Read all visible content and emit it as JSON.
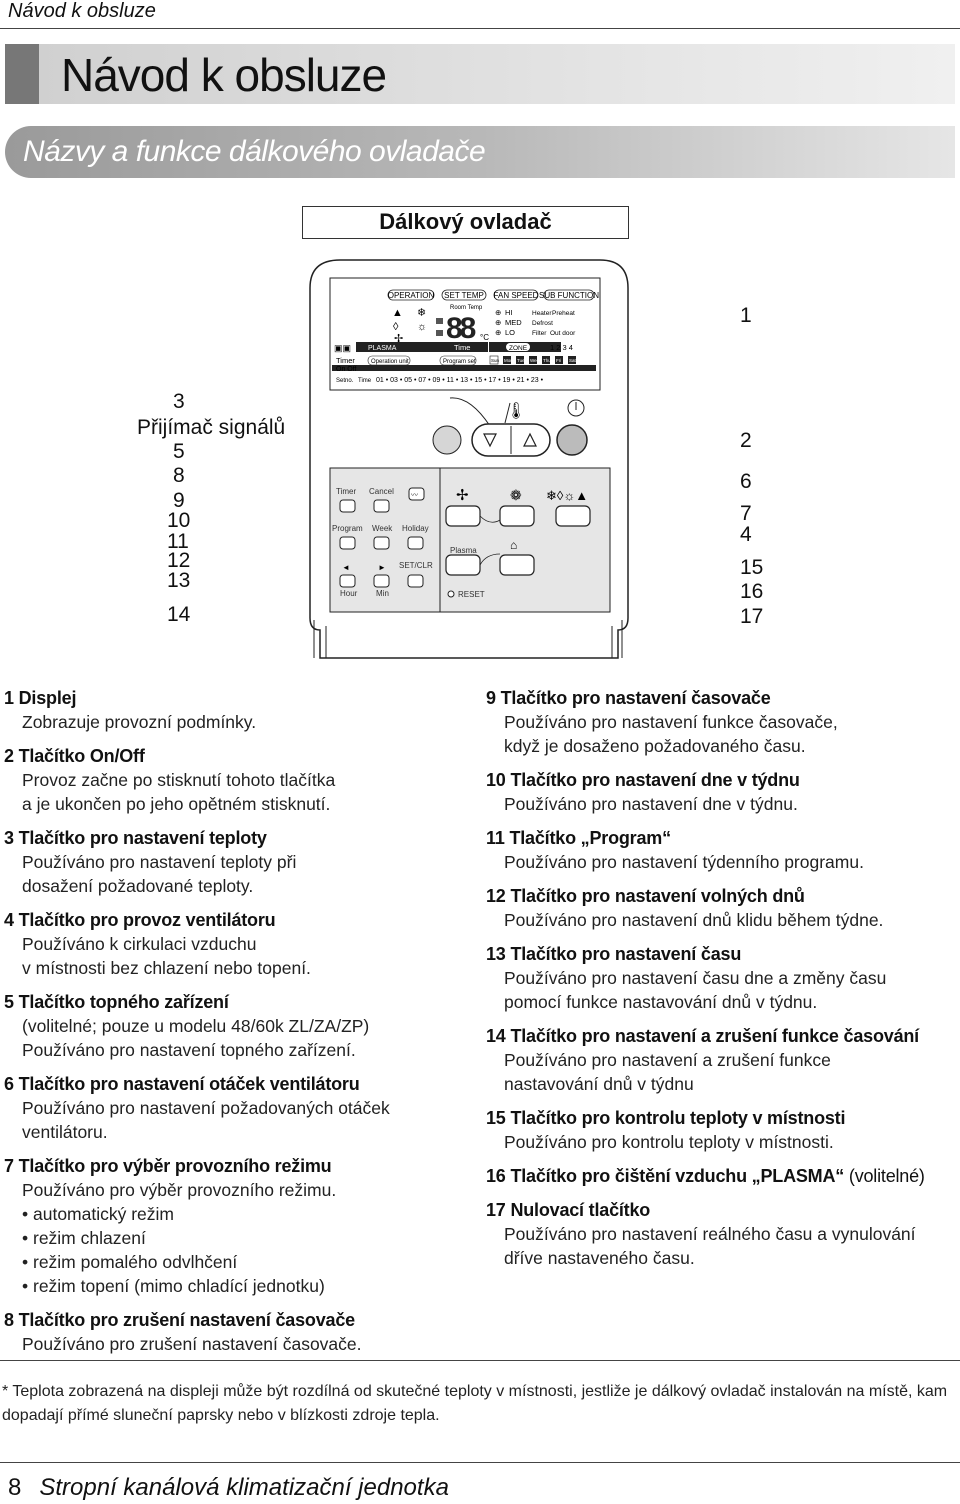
{
  "header": {
    "running_title": "Návod k obsluze"
  },
  "title": "Návod k obsluze",
  "subtitle": "Názvy a funkce dálkového ovladače",
  "diagram_title": "Dálkový ovladač",
  "lcd": {
    "tabs": [
      "OPERATION",
      "SET TEMP",
      "FAN SPEED",
      "SUB FUNCTION"
    ],
    "room_temp": "Room Temp",
    "digits": "88",
    "unit": "°C",
    "fan_levels": [
      "HI",
      "MED",
      "LO"
    ],
    "sub_functions": [
      "Heater",
      "Preheat",
      "Defrost",
      "Filter",
      "Out door"
    ],
    "plasma": "PLASMA",
    "time": "Time",
    "zone": "ZONE",
    "zone_numbers": "1 2 3 4",
    "timer": "Timer",
    "on_off": "On  Off",
    "operation_unit": "Operation unit",
    "program_set": "Program set",
    "days": [
      "Sun",
      "Mon",
      "Tue",
      "Wed",
      "Thu",
      "Fri",
      "Sat"
    ],
    "setno": "Setno.",
    "time_small": "Time",
    "hours": "01 • 03 • 05 • 07 • 09 • 11 • 13 • 15 • 17 • 19 • 21 • 23 •"
  },
  "panel": {
    "timer": "Timer",
    "cancel": "Cancel",
    "program": "Program",
    "week": "Week",
    "holiday": "Holiday",
    "setclr": "SET/CLR",
    "hour": "Hour",
    "min": "Min",
    "plasma": "Plasma",
    "reset": "RESET"
  },
  "callouts": {
    "left": [
      "3",
      "Přijímač signálů",
      "5",
      "8",
      "9",
      "10",
      "11",
      "12",
      "13",
      "14"
    ],
    "right": [
      "1",
      "2",
      "6",
      "7",
      "4",
      "15",
      "16",
      "17"
    ]
  },
  "items_left": [
    {
      "num": "1",
      "title": "Displej",
      "lines": [
        "Zobrazuje provozní podmínky."
      ]
    },
    {
      "num": "2",
      "title": "Tlačítko On/Off",
      "lines": [
        "Provoz začne po stisknutí tohoto tlačítka",
        "a je ukončen po jeho opětném stisknutí."
      ]
    },
    {
      "num": "3",
      "title": "Tlačítko pro nastavení teploty",
      "lines": [
        "Používáno pro nastavení teploty při",
        "dosažení požadované teploty."
      ]
    },
    {
      "num": "4",
      "title": "Tlačítko pro provoz ventilátoru",
      "lines": [
        "Používáno k cirkulaci vzduchu",
        "v místnosti bez chlazení nebo topení."
      ]
    },
    {
      "num": "5",
      "title": "Tlačítko topného zařízení",
      "lines": [
        "(volitelné; pouze u modelu 48/60k ZL/ZA/ZP)",
        "Používáno pro nastavení topného zařízení."
      ]
    },
    {
      "num": "6",
      "title": "Tlačítko pro nastavení otáček ventilátoru",
      "lines": [
        "Používáno pro nastavení požadovaných otáček ventilátoru."
      ]
    },
    {
      "num": "7",
      "title": "Tlačítko pro výběr provozního režimu",
      "lines": [
        "Používáno pro výběr provozního režimu.",
        "• automatický režim",
        "• režim chlazení",
        "• režim pomalého odvlhčení",
        "• režim topení (mimo chladící jednotku)"
      ]
    },
    {
      "num": "8",
      "title": "Tlačítko pro zrušení nastavení časovače",
      "lines": [
        "Používáno pro zrušení nastavení časovače."
      ]
    }
  ],
  "items_right": [
    {
      "num": "9",
      "title": "Tlačítko pro nastavení časovače",
      "lines": [
        "Používáno pro nastavení funkce časovače,",
        "když je dosaženo požadovaného času."
      ]
    },
    {
      "num": "10",
      "title": "Tlačítko pro nastavení dne v týdnu",
      "lines": [
        "Používáno pro nastavení dne v týdnu."
      ]
    },
    {
      "num": "11",
      "title": "Tlačítko „Program“",
      "lines": [
        "Používáno pro nastavení týdenního programu."
      ]
    },
    {
      "num": "12",
      "title": "Tlačítko pro nastavení volných dnů",
      "lines": [
        "Používáno pro nastavení dnů klidu během týdne."
      ]
    },
    {
      "num": "13",
      "title": "Tlačítko pro nastavení času",
      "lines": [
        "Používáno pro nastavení času dne a změny času",
        "pomocí funkce nastavování dnů v týdnu."
      ]
    },
    {
      "num": "14",
      "title": "Tlačítko pro nastavení a zrušení funkce časování",
      "lines": [
        "Používáno pro nastavení a zrušení funkce",
        "nastavování dnů v týdnu"
      ]
    },
    {
      "num": "15",
      "title": "Tlačítko pro kontrolu teploty v místnosti",
      "lines": [
        "Používáno pro kontrolu teploty v místnosti."
      ]
    },
    {
      "num": "16",
      "title": "Tlačítko pro čištění vzduchu „PLASMA“",
      "suffix": " (volitelné)",
      "lines": []
    },
    {
      "num": "17",
      "title": "Nulovací tlačítko",
      "lines": [
        "Používáno pro nastavení reálného času a vynulování",
        "dříve nastaveného času."
      ]
    }
  ],
  "note": "* Teplota zobrazená na displeji může být rozdílná od skutečné teploty v místnosti, jestliže je dálkový ovladač instalován na místě, kam dopadají přímé sluneční paprsky nebo v blízkosti zdroje tepla.",
  "footer": {
    "page": "8",
    "text": "Stropní kanálová klimatizační jednotka"
  }
}
